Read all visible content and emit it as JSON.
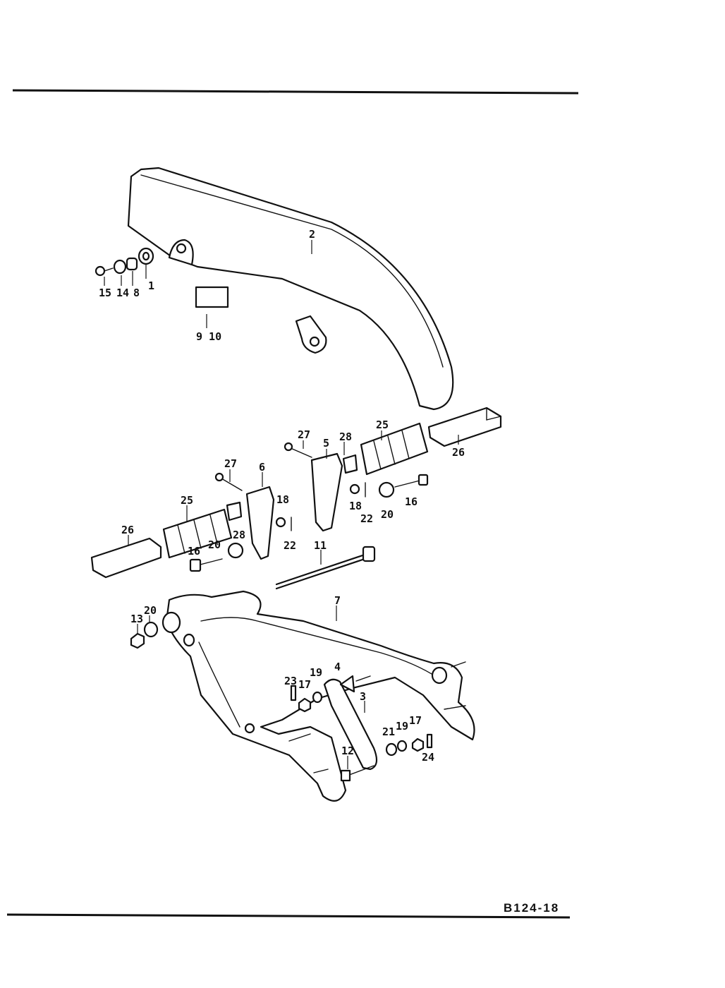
{
  "page_code": "B124-18",
  "callouts": {
    "c1": "1",
    "c2": "2",
    "c3": "3",
    "c4": "4",
    "c5": "5",
    "c6": "6",
    "c7": "7",
    "c8": "8",
    "c9_10": "9 10",
    "c11": "11",
    "c12": "12",
    "c13": "13",
    "c14": "14",
    "c15": "15",
    "c16a": "16",
    "c16b": "16",
    "c17a": "17",
    "c17b": "17",
    "c18a": "18",
    "c18b": "18",
    "c19a": "19",
    "c19b": "19",
    "c20a": "20",
    "c20b": "20",
    "c20c": "20",
    "c21": "21",
    "c22a": "22",
    "c22b": "22",
    "c23": "23",
    "c24": "24",
    "c25a": "25",
    "c25b": "25",
    "c26a": "26",
    "c26b": "26",
    "c27a": "27",
    "c27b": "27",
    "c28a": "28",
    "c28b": "28"
  }
}
